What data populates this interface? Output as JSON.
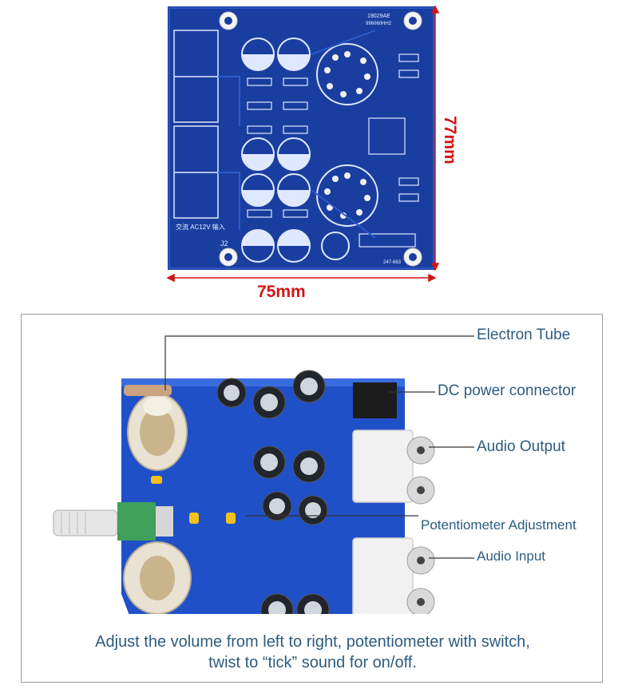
{
  "pcb_diagram": {
    "width_label": "75mm",
    "height_label": "77mm",
    "silk_code_top": "19029AE",
    "silk_code_sub": "996060HH2",
    "input_label": "交流 AC12V 输入",
    "output_label": "J2",
    "bottom_code": "247-663",
    "colors": {
      "board": "#1a3ea0",
      "dimension": "#d31515",
      "silk": "#dfe8ff"
    }
  },
  "module_photo": {
    "callouts": {
      "electron_tube": "Electron Tube",
      "dc_power_connector": "DC power connector",
      "audio_output": "Audio Output",
      "potentiometer_adjustment": "Potentiometer Adjustment",
      "audio_input": "Audio Input"
    },
    "caption_line1": "Adjust the volume from left to right, potentiometer with switch,",
    "caption_line2": "twist to “tick” sound for on/off.",
    "colors": {
      "board": "#2050c8",
      "caption": "#2c5c80",
      "frame": "#9a9a9a"
    }
  }
}
